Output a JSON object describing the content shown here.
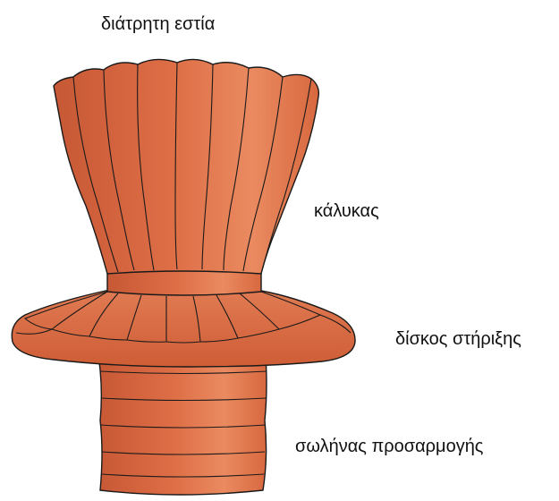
{
  "labels": {
    "top": "διάτρητη εστία",
    "calyx": "κάλυκας",
    "disk": "δίσκος στήριξης",
    "tube": "σωλήνας προσαρμογής"
  },
  "colors": {
    "body_fill": "#d9663e",
    "highlight_fill": "#e88a62",
    "shade_fill": "#b8502c",
    "outline": "#1a1a1a"
  }
}
